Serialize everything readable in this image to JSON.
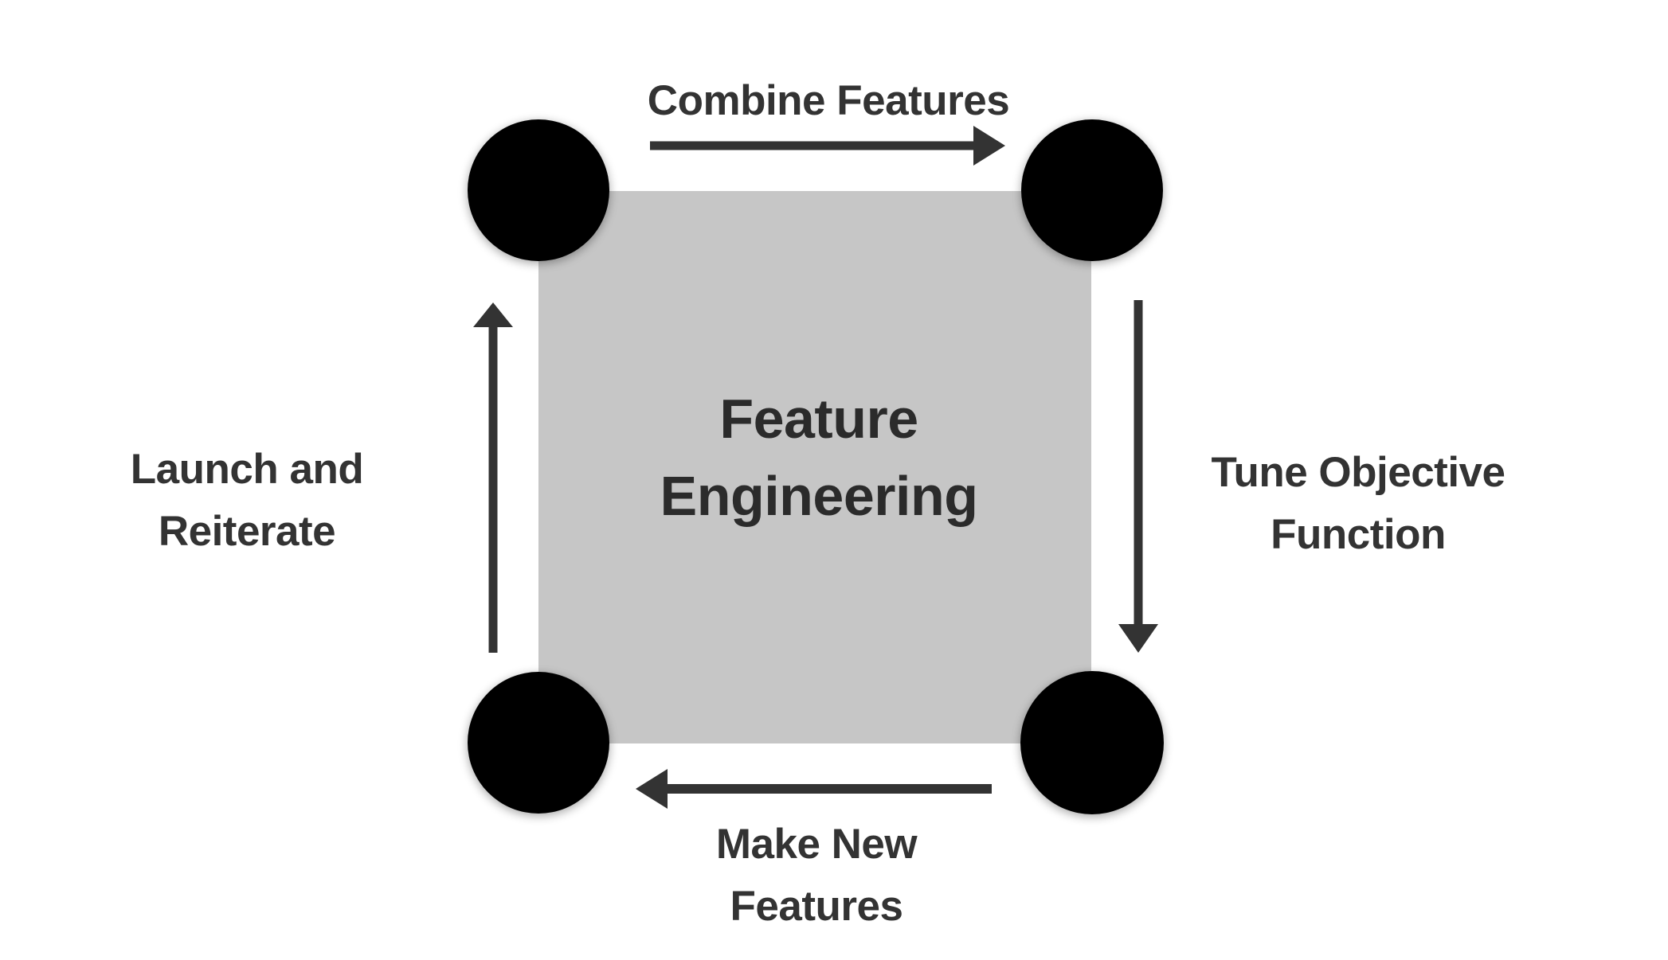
{
  "diagram": {
    "center": {
      "line1": "Feature",
      "line2": "Engineering"
    },
    "steps": {
      "top": {
        "line1": "Combine Features"
      },
      "right": {
        "line1": "Tune Objective",
        "line2": "Function"
      },
      "bottom": {
        "line1": "Make New",
        "line2": "Features"
      },
      "left": {
        "line1": "Launch and",
        "line2": "Reiterate"
      }
    },
    "colors": {
      "square_fill": "#c6c6c6",
      "node_fill": "#000000",
      "arrow": "#333333",
      "text": "#333333"
    }
  }
}
